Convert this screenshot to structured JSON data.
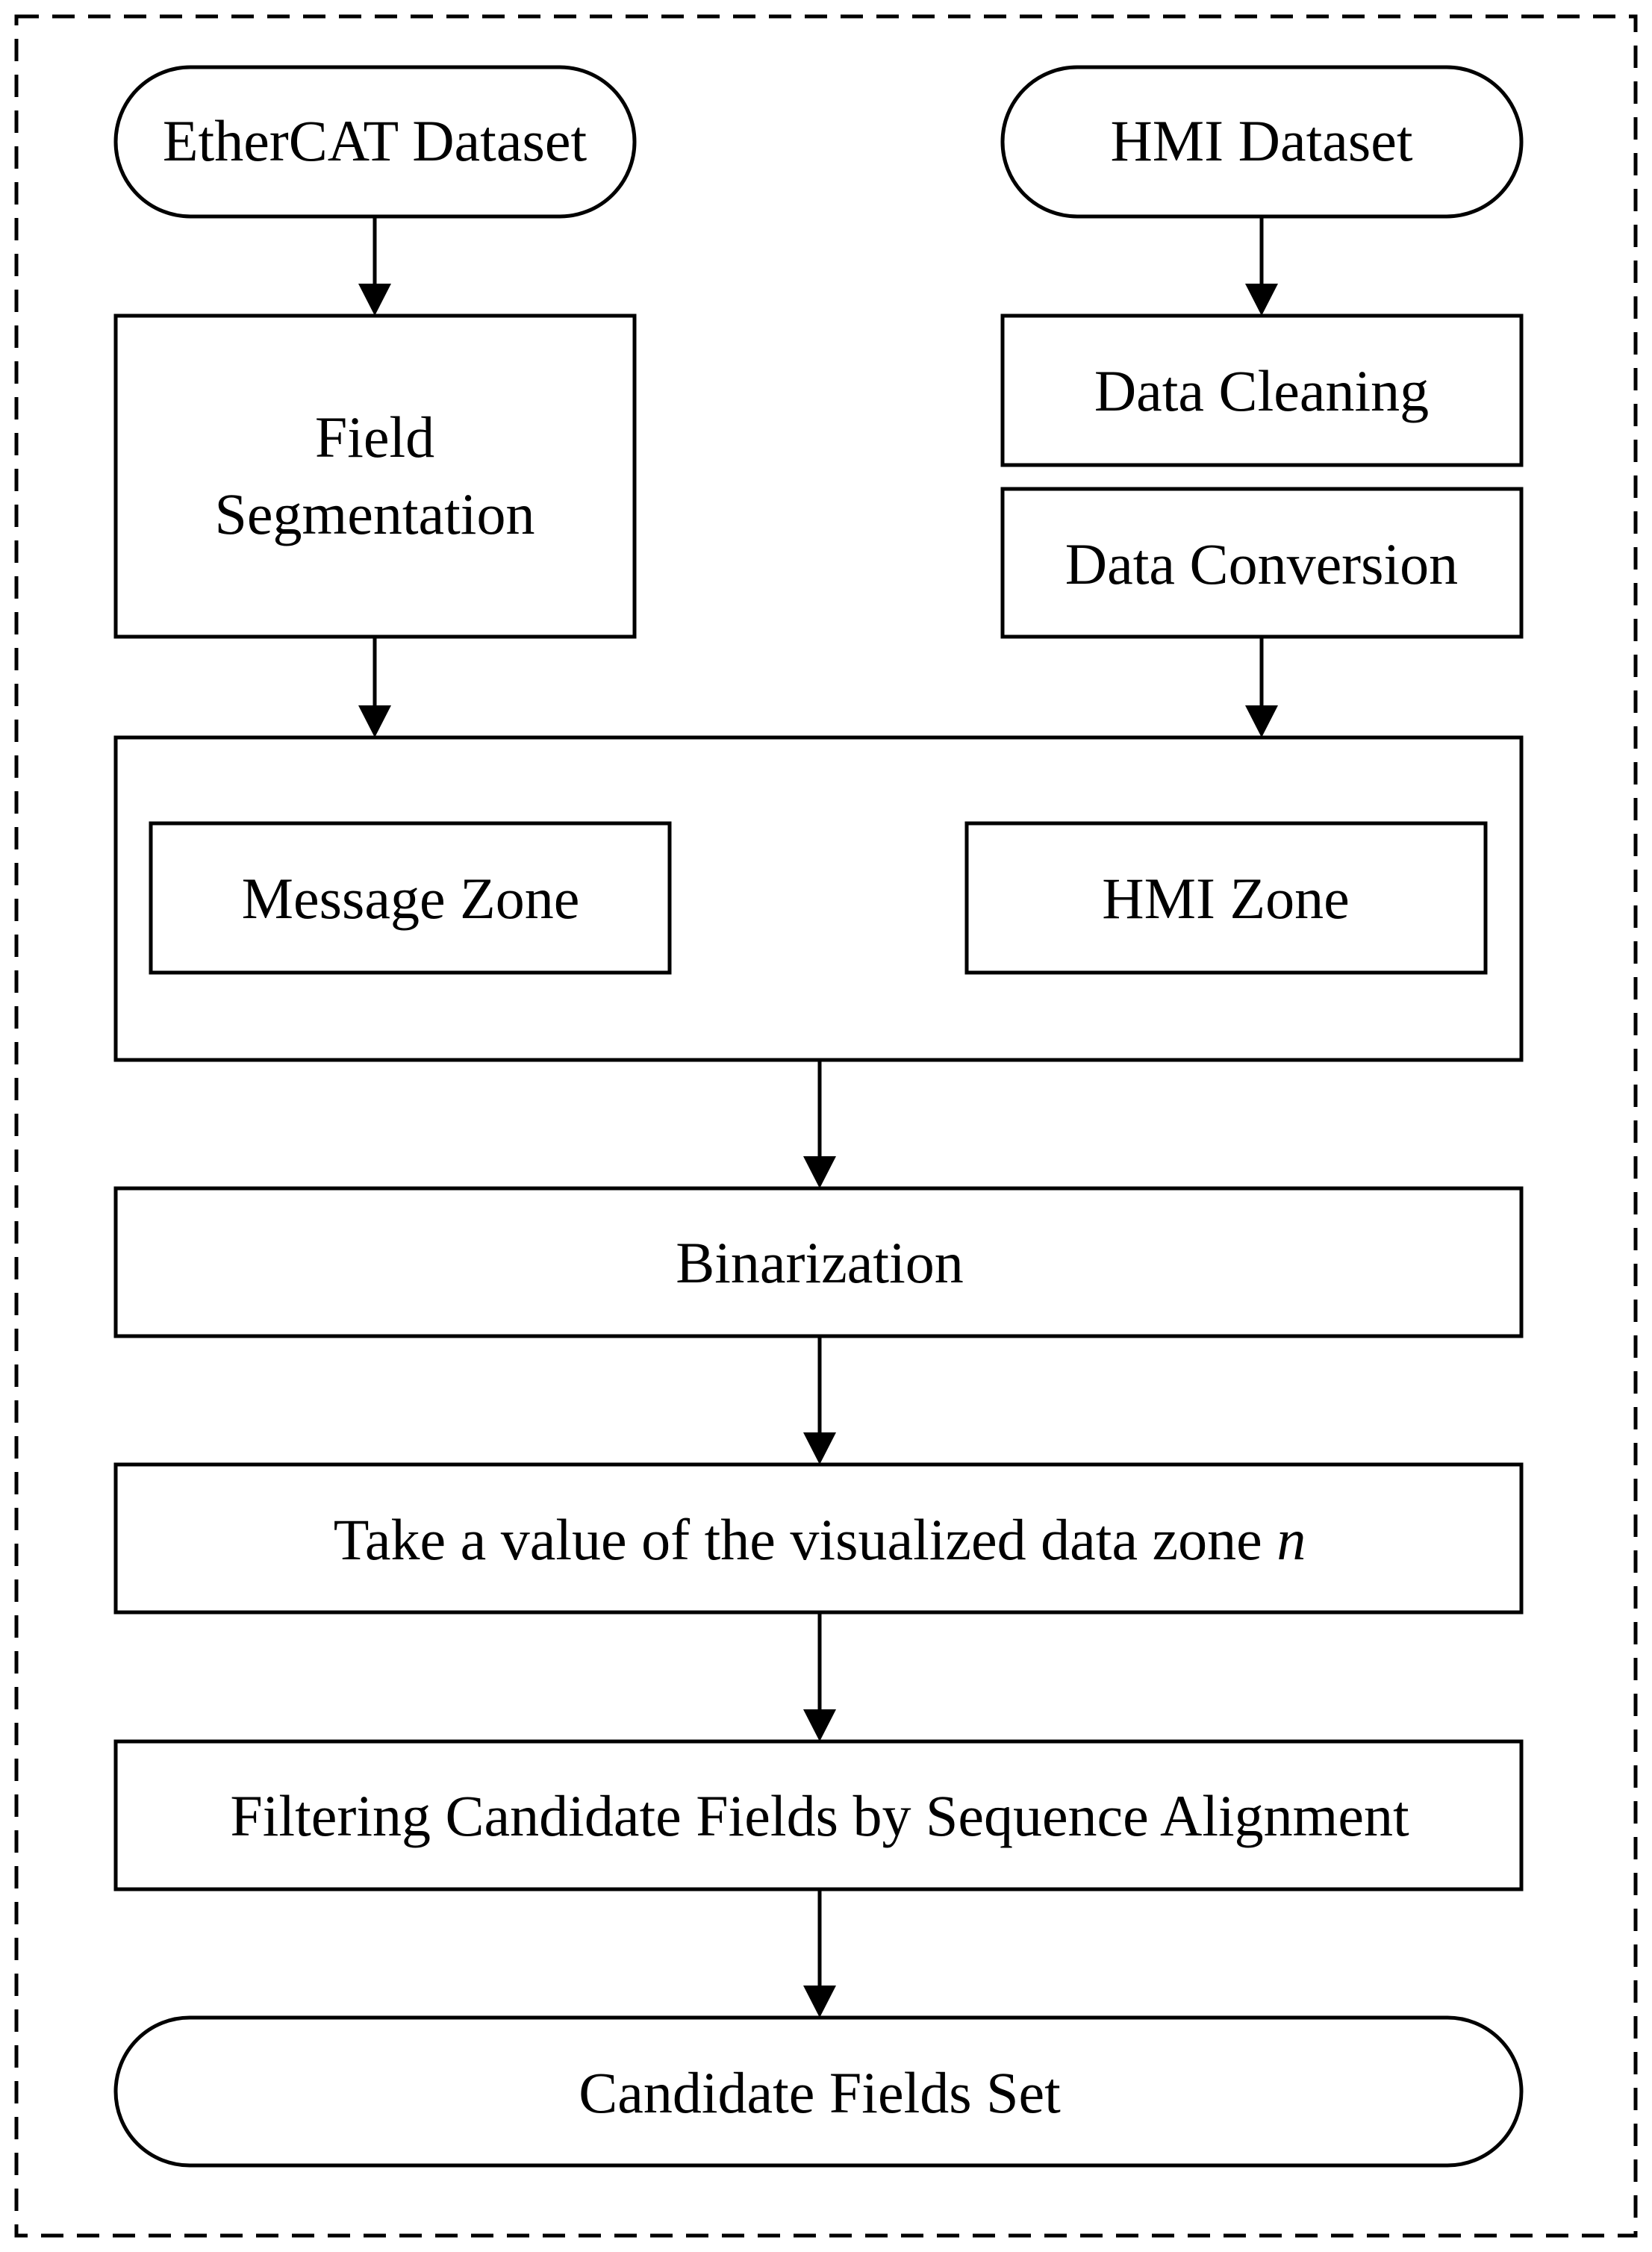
{
  "nodes": {
    "ethercat_dataset": "EtherCAT Dataset",
    "hmi_dataset": "HMI Dataset",
    "field_segmentation": [
      "Field",
      "Segmentation"
    ],
    "data_cleaning": "Data Cleaning",
    "data_conversion": "Data Conversion",
    "message_zone": "Message Zone",
    "hmi_zone": "HMI Zone",
    "binarization": "Binarization",
    "take_value": "Take a value of the visualized data zone ",
    "take_value_var": "n",
    "filtering": "Filtering Candidate Fields by Sequence Alignment",
    "candidate_set": "Candidate Fields Set"
  }
}
